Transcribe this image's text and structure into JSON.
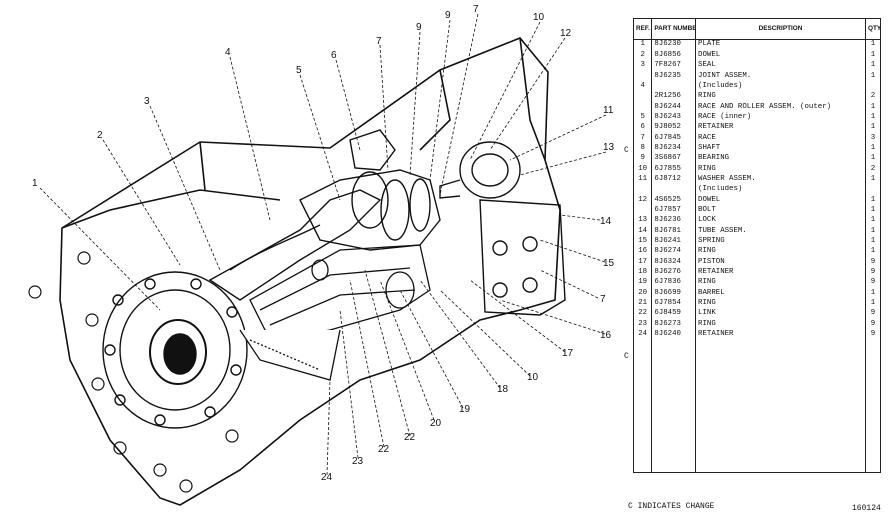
{
  "callouts": [
    "1",
    "2",
    "3",
    "4",
    "5",
    "6",
    "7",
    "9",
    "9",
    "7",
    "10",
    "12",
    "11",
    "13",
    "14",
    "15",
    "7",
    "16",
    "17",
    "10",
    "18",
    "19",
    "20",
    "22",
    "22",
    "23",
    "24"
  ],
  "table": {
    "headers": {
      "ref": "REF. NO.",
      "part": "PART NUMBER",
      "desc": "DESCRIPTION",
      "qty": "QTY"
    },
    "rows": [
      {
        "ref": "1",
        "part": "8J6230",
        "desc": "PLATE",
        "qty": "1"
      },
      {
        "ref": "2",
        "part": "8J6856",
        "desc": "DOWEL",
        "qty": "1"
      },
      {
        "ref": "3",
        "part": "7F8267",
        "desc": "SEAL",
        "qty": "1"
      },
      {
        "ref": "",
        "part": "8J6235",
        "desc": "JOINT ASSEM.",
        "qty": "1"
      },
      {
        "ref": "4",
        "part": "",
        "desc": "(Includes)",
        "qty": ""
      },
      {
        "ref": "",
        "part": "2R1256",
        "desc": "RING",
        "qty": "2"
      },
      {
        "ref": "",
        "part": "8J6244",
        "desc": "RACE AND ROLLER ASSEM. (outer)",
        "qty": "1"
      },
      {
        "ref": "5",
        "part": "8J6243",
        "desc": "RACE          (inner)",
        "qty": "1"
      },
      {
        "ref": "6",
        "part": "9J8052",
        "desc": "RETAINER",
        "qty": "1"
      },
      {
        "ref": "7",
        "part": "6J7845",
        "desc": "RACE",
        "qty": "3"
      },
      {
        "ref": "8",
        "part": "8J6234",
        "desc": "SHAFT",
        "qty": "1"
      },
      {
        "ref": "9",
        "part": "3S6867",
        "desc": "BEARING",
        "qty": "1"
      },
      {
        "ref": "10",
        "part": "6J7855",
        "desc": "RING",
        "qty": "2"
      },
      {
        "ref": "11",
        "part": "6J8712",
        "desc": "WASHER ASSEM.",
        "qty": "1"
      },
      {
        "ref": "",
        "part": "",
        "desc": "(Includes)",
        "qty": ""
      },
      {
        "ref": "12",
        "part": "4S6525",
        "desc": "DOWEL",
        "qty": "1"
      },
      {
        "ref": "",
        "part": "6J7857",
        "desc": "BOLT",
        "qty": "1"
      },
      {
        "ref": "13",
        "part": "8J6236",
        "desc": "LOCK",
        "qty": "1"
      },
      {
        "ref": "14",
        "part": "8J6781",
        "desc": "TUBE ASSEM.",
        "qty": "1"
      },
      {
        "ref": "15",
        "part": "8J6241",
        "desc": "SPRING",
        "qty": "1"
      },
      {
        "ref": "16",
        "part": "8J6274",
        "desc": "RING",
        "qty": "1"
      },
      {
        "ref": "17",
        "part": "8J6324",
        "desc": "PISTON",
        "qty": "9"
      },
      {
        "ref": "18",
        "part": "8J6276",
        "desc": "RETAINER",
        "qty": "9"
      },
      {
        "ref": "19",
        "part": "6J7836",
        "desc": "RING",
        "qty": "9"
      },
      {
        "ref": "20",
        "part": "8J6699",
        "desc": "BARREL",
        "qty": "1"
      },
      {
        "ref": "21",
        "part": "6J7854",
        "desc": "RING",
        "qty": "1"
      },
      {
        "ref": "22",
        "part": "6J8459",
        "desc": "LINK",
        "qty": "9"
      },
      {
        "ref": "23",
        "part": "8J6273",
        "desc": "RING",
        "qty": "9"
      },
      {
        "ref": "24",
        "part": "8J6240",
        "desc": "RETAINER",
        "qty": "9"
      }
    ],
    "change_marks": [
      "C",
      "C"
    ]
  },
  "footer": {
    "note": "C INDICATES CHANGE",
    "drawing_id": "160124"
  }
}
